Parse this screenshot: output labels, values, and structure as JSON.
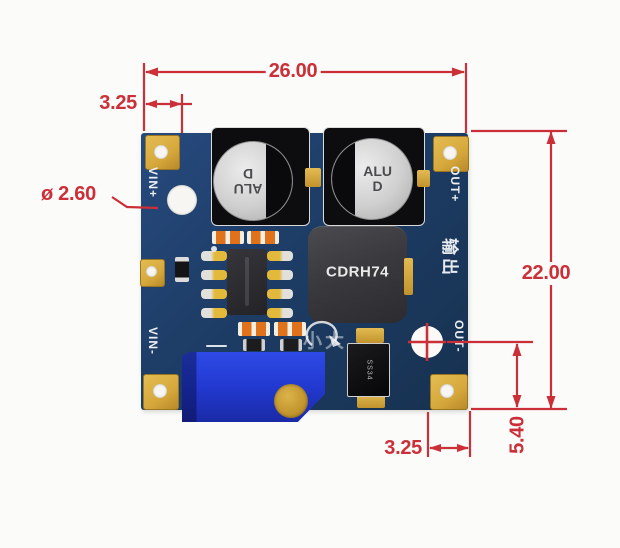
{
  "annotations": {
    "board_width": "26.00",
    "top_left_pad_offset": "3.25",
    "hole_diameter": "ø 2.60",
    "board_height": "22.00",
    "bottom_pad_offset": "3.25",
    "out_hole_offset": "5.40"
  },
  "pcb": {
    "silkscreen": {
      "vin_plus": "VIN+",
      "vin_minus": "VIN-",
      "out_plus": "OUT+",
      "out_minus": "OUT-",
      "output_chinese": "输出"
    },
    "parts": {
      "inductor": "CDRH74",
      "capacitor_line1": "ALU",
      "capacitor_line2": "D",
      "diode": "SS34"
    }
  },
  "watermark": {
    "text": "小大"
  },
  "colors": {
    "dimension_red": "#cb2f38",
    "pcb_blue": "#1e3e68",
    "pad_gold": "#d6a83b",
    "pot_blue": "#2239d0",
    "inductor_gray": "#3a3a3e",
    "smd_orange": "#e0721c",
    "background": "#fbfbfa"
  }
}
